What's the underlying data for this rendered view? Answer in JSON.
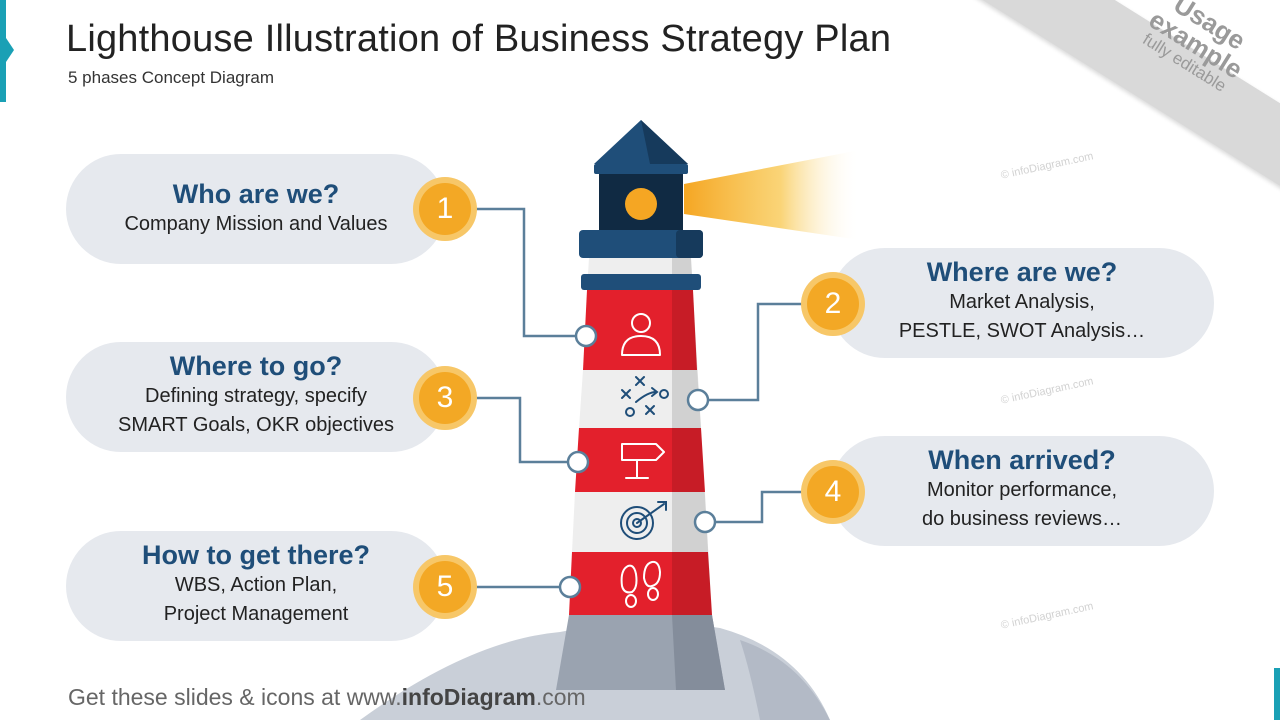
{
  "header": {
    "title": "Lighthouse Illustration of Business Strategy Plan",
    "subtitle": "5 phases Concept Diagram"
  },
  "ribbon": {
    "line1": "Usage",
    "line2": "example",
    "line3": "fully editable"
  },
  "watermark": "© infoDiagram.com",
  "phases": [
    {
      "number": "1",
      "title": "Who are we?",
      "desc_lines": [
        "Company Mission and Values"
      ],
      "icon": "person-icon"
    },
    {
      "number": "2",
      "title": "Where are we?",
      "desc_lines": [
        "Market Analysis,",
        "PESTLE, SWOT Analysis…"
      ],
      "icon": "strategy-play-icon"
    },
    {
      "number": "3",
      "title": "Where to go?",
      "desc_lines": [
        "Defining strategy, specify",
        "SMART Goals, OKR objectives"
      ],
      "icon": "signpost-icon"
    },
    {
      "number": "4",
      "title": "When arrived?",
      "desc_lines": [
        "Monitor performance,",
        "do business reviews…"
      ],
      "icon": "target-icon"
    },
    {
      "number": "5",
      "title": "How to get there?",
      "desc_lines": [
        "WBS, Action Plan,",
        "Project Management"
      ],
      "icon": "footprints-icon"
    }
  ],
  "colors": {
    "navy": "#1f4e79",
    "stripe_red": "#e3202c",
    "stripe_white": "#eeeeee",
    "badge_orange": "#f3a825",
    "pill_gray": "#e6e9ee",
    "accent_teal": "#1aa0b5"
  },
  "footer": {
    "prefix": "Get these slides & icons at www.",
    "brand": "infoDiagram",
    "suffix": ".com"
  }
}
